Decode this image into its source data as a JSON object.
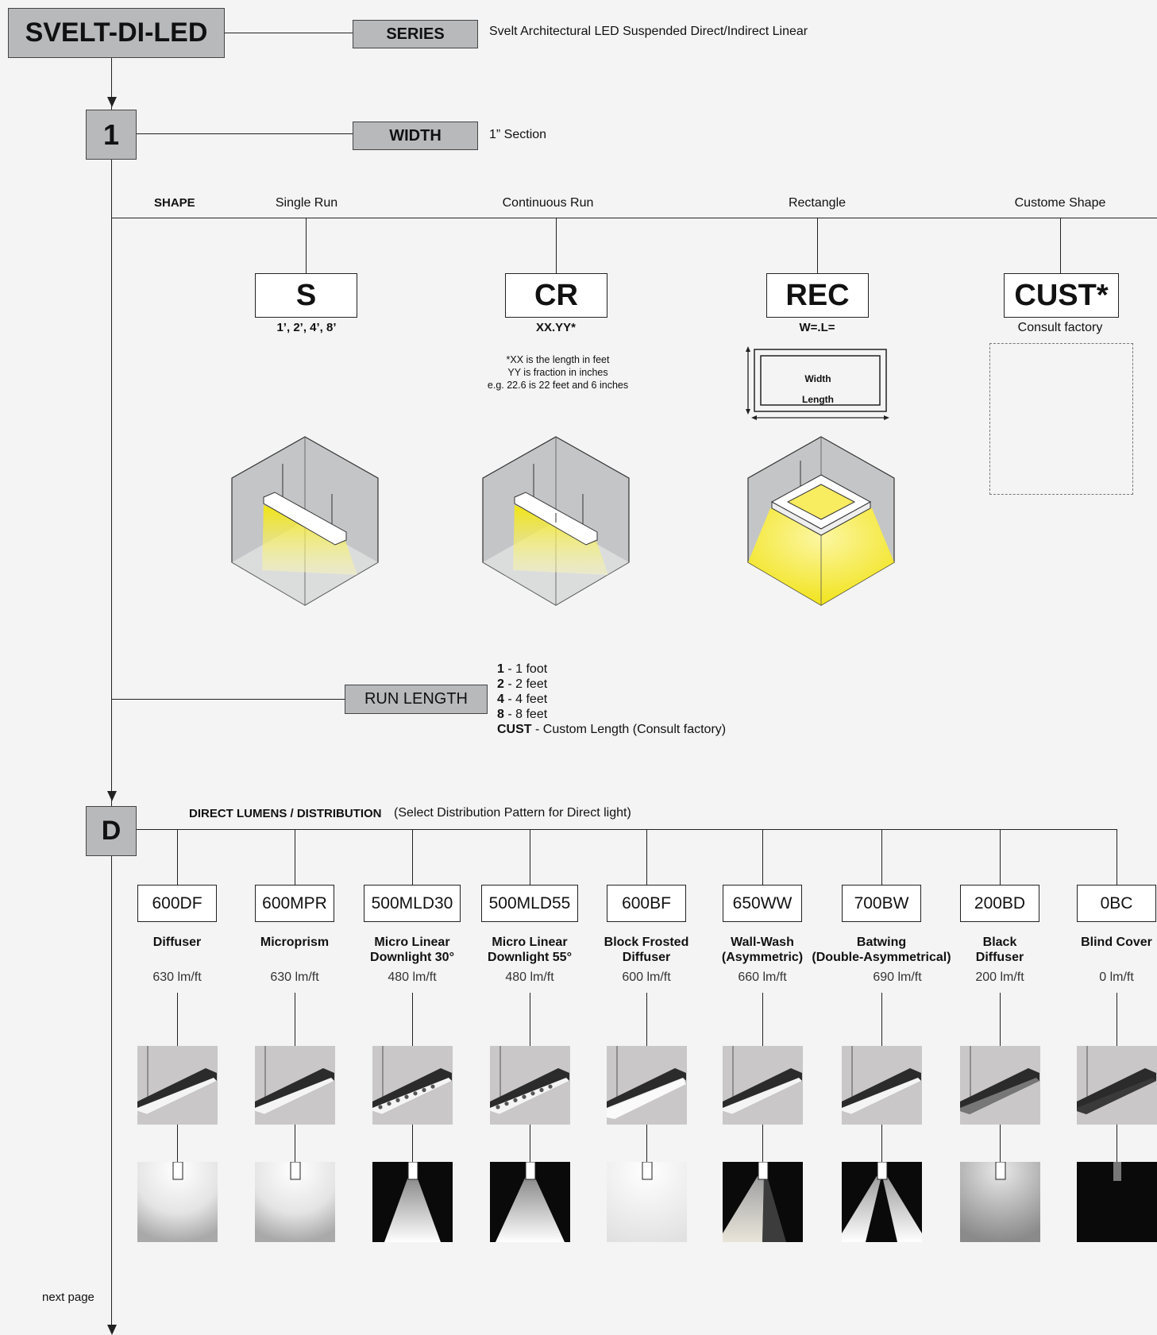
{
  "series": {
    "code": "SVELT-DI-LED",
    "label": "SERIES",
    "description": "Svelt Architectural LED Suspended Direct/Indirect Linear"
  },
  "width": {
    "step": "1",
    "label": "WIDTH",
    "description": "1” Section"
  },
  "shape": {
    "heading": "SHAPE",
    "options": [
      {
        "title": "Single Run",
        "code": "S",
        "sub": "1’, 2’, 4’, 8’"
      },
      {
        "title": "Continuous Run",
        "code": "CR",
        "sub": "XX.YY*",
        "note": [
          "*XX is the length in feet",
          "YY is fraction in inches",
          "e.g. 22.6 is 22 feet and 6 inches"
        ]
      },
      {
        "title": "Rectangle",
        "code": "REC",
        "sub": "W=.L=",
        "width_label": "Width",
        "length_label": "Length"
      },
      {
        "title": "Custome Shape",
        "code": "CUST*",
        "sub": "Consult factory"
      }
    ]
  },
  "run_length": {
    "label": "RUN LENGTH",
    "items": [
      {
        "code": "1",
        "text": " - 1 foot"
      },
      {
        "code": "2",
        "text": " - 2 feet"
      },
      {
        "code": "4",
        "text": " - 4 feet"
      },
      {
        "code": "8",
        "text": " - 8 feet"
      },
      {
        "code": "CUST",
        "text": " - Custom Length (Consult factory)"
      }
    ]
  },
  "direct": {
    "step": "D",
    "heading": "DIRECT LUMENS / DISTRIBUTION",
    "subheading": "(Select Distribution Pattern for Direct light)",
    "options": [
      {
        "code": "600DF",
        "name1": "Diffuser",
        "name2": "",
        "lumens": "630 lm/ft"
      },
      {
        "code": "600MPR",
        "name1": "Microprism",
        "name2": "",
        "lumens": "630 lm/ft"
      },
      {
        "code": "500MLD30",
        "name1": "Micro Linear",
        "name2": "Downlight 30°",
        "lumens": "480 lm/ft"
      },
      {
        "code": "500MLD55",
        "name1": "Micro Linear",
        "name2": "Downlight 55°",
        "lumens": "480 lm/ft"
      },
      {
        "code": "600BF",
        "name1": "Block Frosted",
        "name2": "Diffuser",
        "lumens": "600 lm/ft"
      },
      {
        "code": "650WW",
        "name1": "Wall-Wash",
        "name2": "(Asymmetric)",
        "lumens": "660 lm/ft"
      },
      {
        "code": "700BW",
        "name1": "Batwing",
        "name2": "(Double-Asymmetrical)",
        "lumens": "690 lm/ft"
      },
      {
        "code": "200BD",
        "name1": "Black",
        "name2": "Diffuser",
        "lumens": "200 lm/ft"
      },
      {
        "code": "0BC",
        "name1": "Blind Cover",
        "name2": "",
        "lumens": "0 lm/ft"
      }
    ]
  },
  "footer": {
    "next": "next page"
  }
}
